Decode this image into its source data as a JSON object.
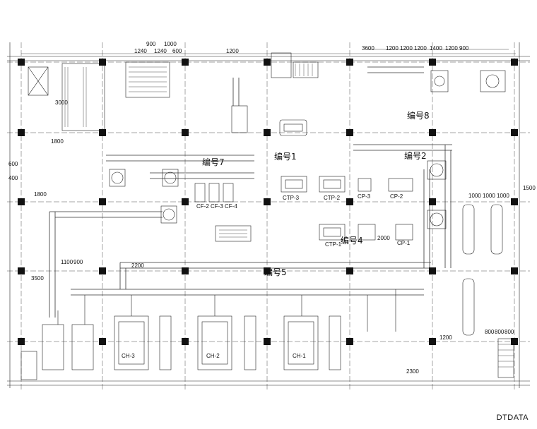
{
  "zones": [
    "编号1",
    "编号2",
    "编号4",
    "编号5",
    "编号7",
    "编号8"
  ],
  "equipment": {
    "ctp": [
      "CTP-3",
      "CTP-2",
      "CTP-1"
    ],
    "cp": [
      "CP-3",
      "CP-2",
      "CP-1"
    ],
    "cf": [
      "CF-2",
      "CF-3",
      "CF-4"
    ],
    "chillers": [
      "CH-3",
      "CH-2",
      "CH-1"
    ]
  },
  "dimensions": {
    "top": [
      "900",
      "1000",
      "1240",
      "1240",
      "600",
      "1200",
      "3600",
      "1200",
      "1200",
      "1200",
      "1400",
      "1200",
      "900"
    ],
    "left": [
      "3000",
      "1800",
      "600",
      "400",
      "1800",
      "3500"
    ],
    "misc": [
      "1000",
      "1000",
      "1000",
      "1500",
      "2300",
      "800",
      "800",
      "800",
      "1200",
      "2200",
      "2000",
      "1100",
      "900"
    ]
  },
  "brand": "DTDATA"
}
